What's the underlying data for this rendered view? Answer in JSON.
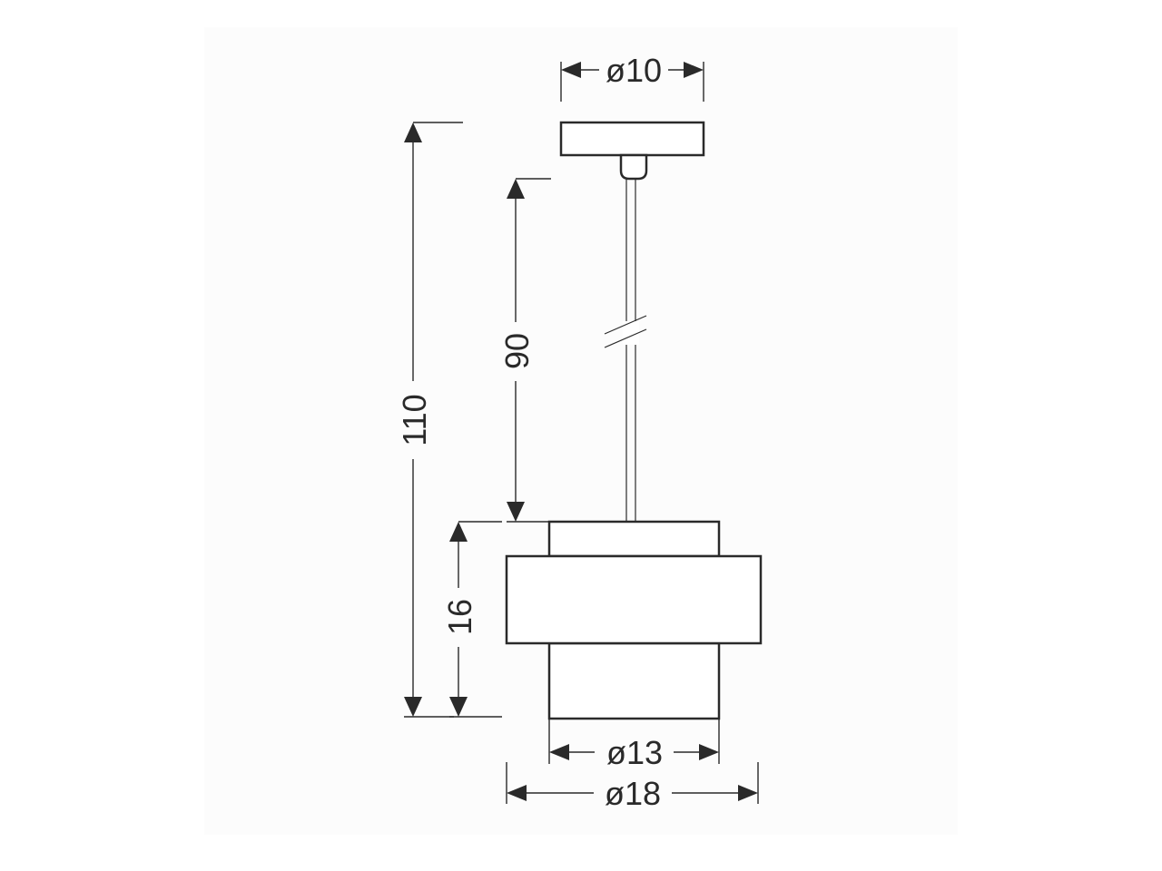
{
  "diagram": {
    "dimensions": {
      "canopy_diameter": "ø10",
      "cable_length": "90",
      "total_height": "110",
      "shade_height": "16",
      "inner_shade_diameter": "ø13",
      "outer_shade_diameter": "ø18"
    },
    "colors": {
      "page_background": "#ffffff",
      "panel_background": "#fcfcfc",
      "line": "#2a2a2a"
    }
  }
}
